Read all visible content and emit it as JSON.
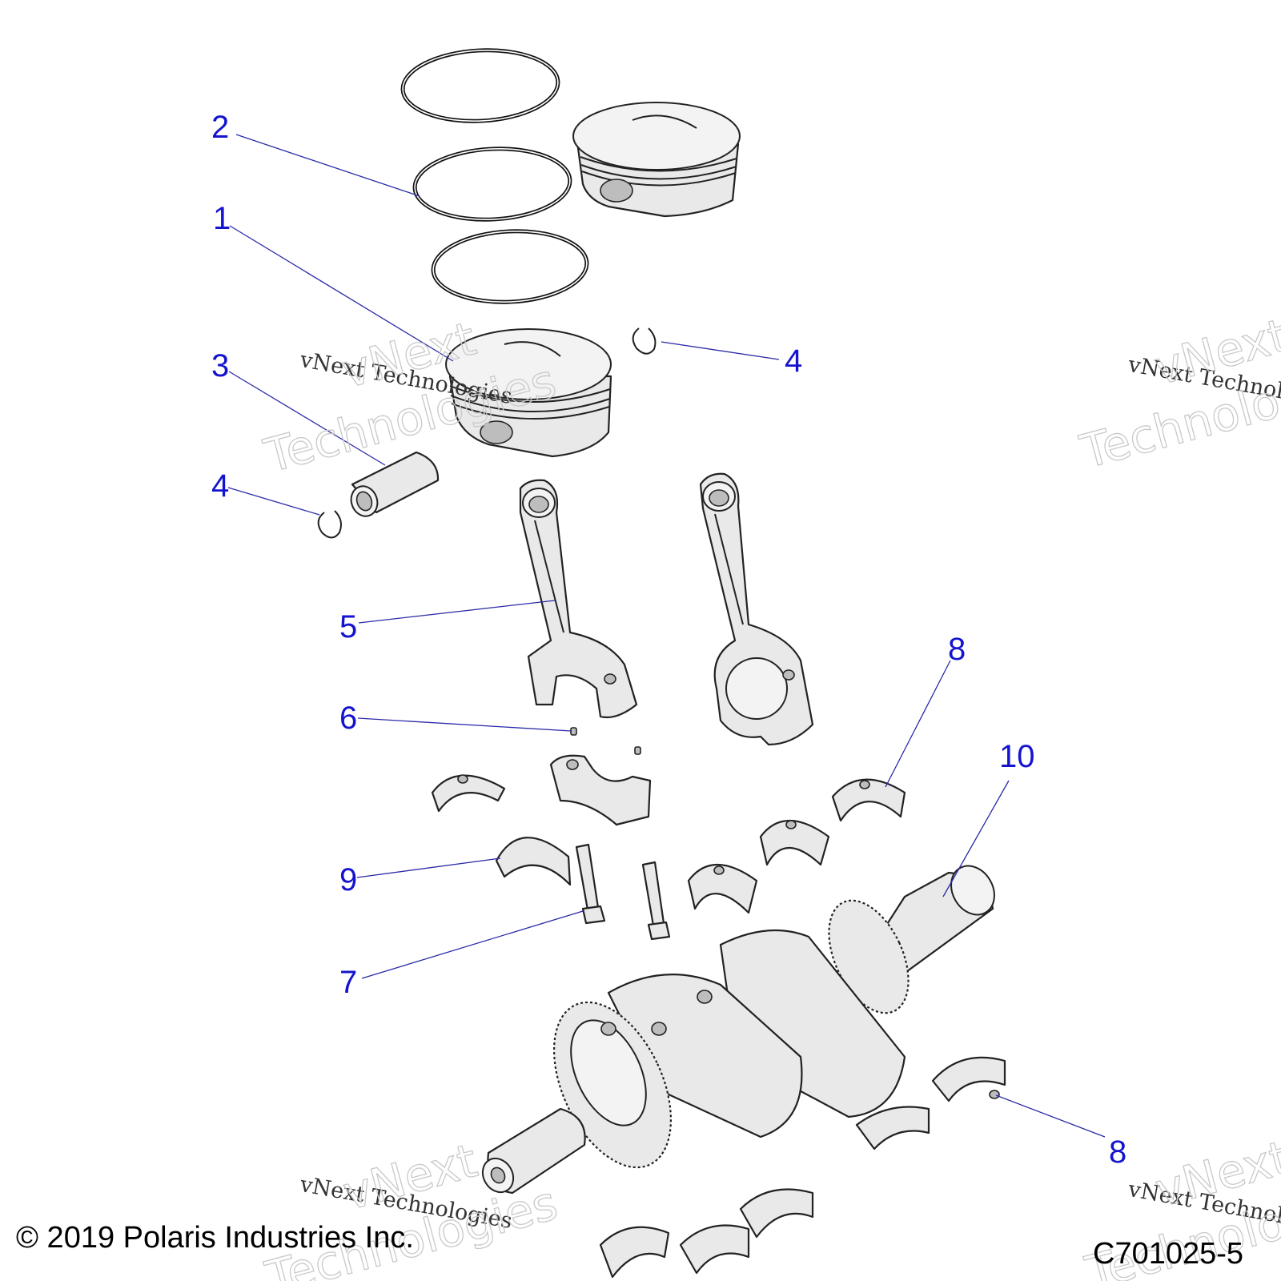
{
  "callouts": {
    "c1": "1",
    "c2": "2",
    "c3": "3",
    "c4a": "4",
    "c4b": "4",
    "c5": "5",
    "c6": "6",
    "c7": "7",
    "c8a": "8",
    "c8b": "8",
    "c9": "9",
    "c10": "10"
  },
  "watermark": {
    "small": "vNext Technologies",
    "big_line1": "vNext",
    "big_line2": "Technologies"
  },
  "footer": {
    "copyright": "© 2019 Polaris Industries Inc.",
    "diagram_code": "C701025-5"
  },
  "parts": {
    "piston_ring": "piston-ring",
    "piston": "piston",
    "piston_pin": "piston-pin",
    "pin_retainer": "pin-retainer",
    "connecting_rod": "connecting-rod",
    "dowel": "dowel",
    "rod_bolt": "rod-bolt",
    "main_bearing": "main-bearing",
    "rod_bearing": "rod-bearing",
    "crankshaft": "crankshaft"
  },
  "colors": {
    "callout": "#1414d0",
    "leader": "#2a2aa8",
    "part_fill": "#e9e9e9",
    "outline": "#222222"
  }
}
